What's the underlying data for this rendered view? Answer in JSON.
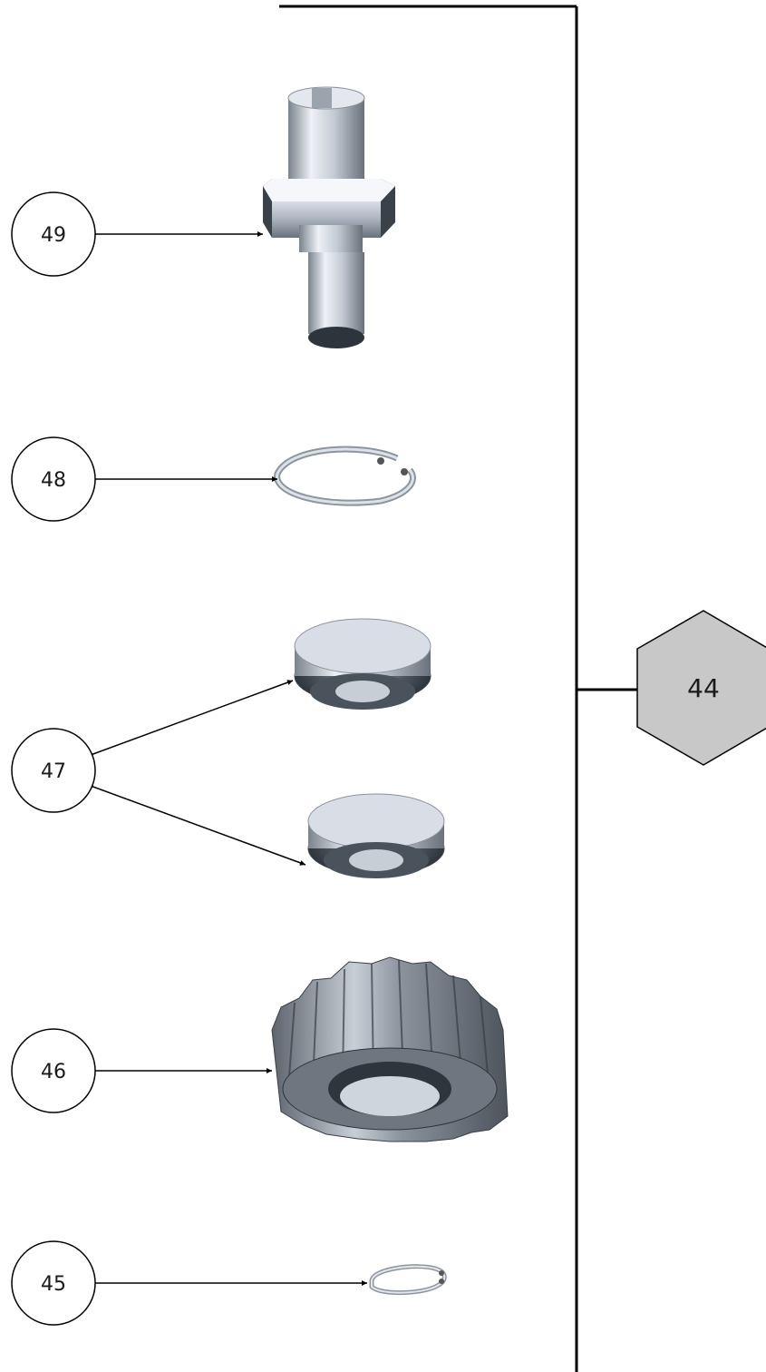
{
  "assembly": {
    "label": "44",
    "fill": "#c8c8c8"
  },
  "callouts": [
    {
      "label": "49",
      "part": "pin-shaft"
    },
    {
      "label": "48",
      "part": "internal-retaining-ring"
    },
    {
      "label": "47",
      "part": "ball-bearing",
      "count": 2
    },
    {
      "label": "46",
      "part": "helical-gear"
    },
    {
      "label": "45",
      "part": "external-retaining-ring"
    }
  ],
  "colors": {
    "line": "#000000",
    "metal_light": "#eef1f6",
    "metal_mid": "#b9c1cc",
    "metal_dark": "#5e6670"
  }
}
